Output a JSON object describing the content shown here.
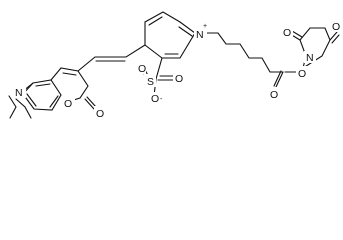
{
  "structure": {
    "amine_label": "N",
    "ring_oxygen_label": "O",
    "lactone_carbonyl_label": "O",
    "pyridinium_label": "N",
    "pyridinium_charge": "+",
    "sulfonate_sulfur_label": "S",
    "sulfonate_oxygen_1_label": "O",
    "sulfonate_oxygen_2_label": "O",
    "sulfonate_oxygen_3_label": "O",
    "sulfonate_charge": "-",
    "ester_carbonyl_label": "O",
    "ester_oxygen_label": "O",
    "succinimide_nitrogen_label": "N",
    "succinimide_carbonyl_1_label": "O",
    "succinimide_carbonyl_2_label": "O"
  },
  "colors": {
    "ink": "#111111",
    "background": "#ffffff"
  }
}
